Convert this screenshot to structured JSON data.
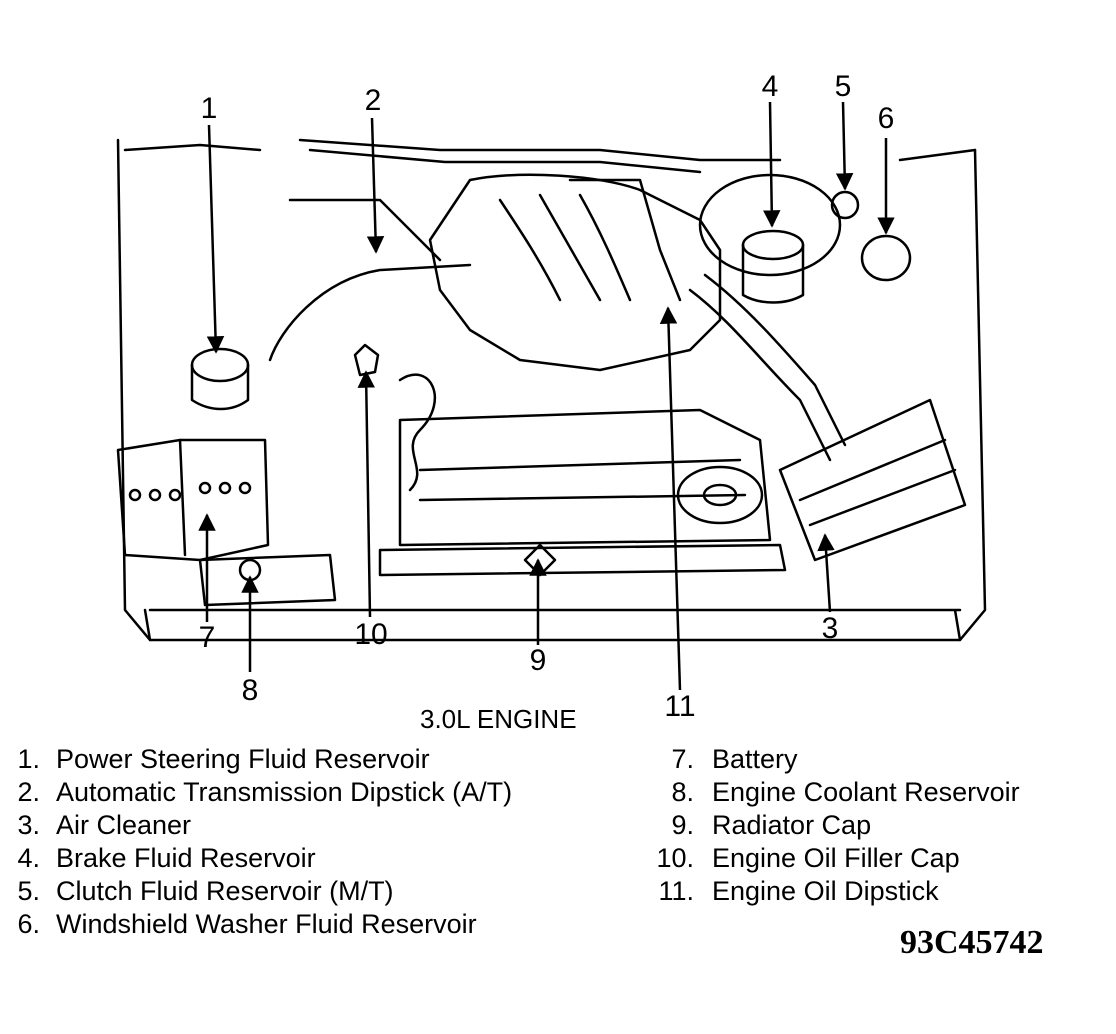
{
  "diagram": {
    "caption": "3.0L ENGINE",
    "figure_id": "93C45742",
    "callouts": [
      "1",
      "2",
      "3",
      "4",
      "5",
      "6",
      "7",
      "8",
      "9",
      "10",
      "11"
    ]
  },
  "legend": {
    "left": [
      {
        "num": "1.",
        "label": "Power Steering Fluid Reservoir"
      },
      {
        "num": "2.",
        "label": "Automatic Transmission Dipstick (A/T)"
      },
      {
        "num": "3.",
        "label": "Air Cleaner"
      },
      {
        "num": "4.",
        "label": "Brake Fluid Reservoir"
      },
      {
        "num": "5.",
        "label": "Clutch Fluid Reservoir (M/T)"
      },
      {
        "num": "6.",
        "label": "Windshield Washer Fluid Reservoir"
      }
    ],
    "right": [
      {
        "num": "7.",
        "label": "Battery"
      },
      {
        "num": "8.",
        "label": "Engine Coolant Reservoir"
      },
      {
        "num": "9.",
        "label": "Radiator Cap"
      },
      {
        "num": "10.",
        "label": "Engine Oil Filler Cap"
      },
      {
        "num": "11.",
        "label": "Engine Oil Dipstick"
      }
    ]
  }
}
